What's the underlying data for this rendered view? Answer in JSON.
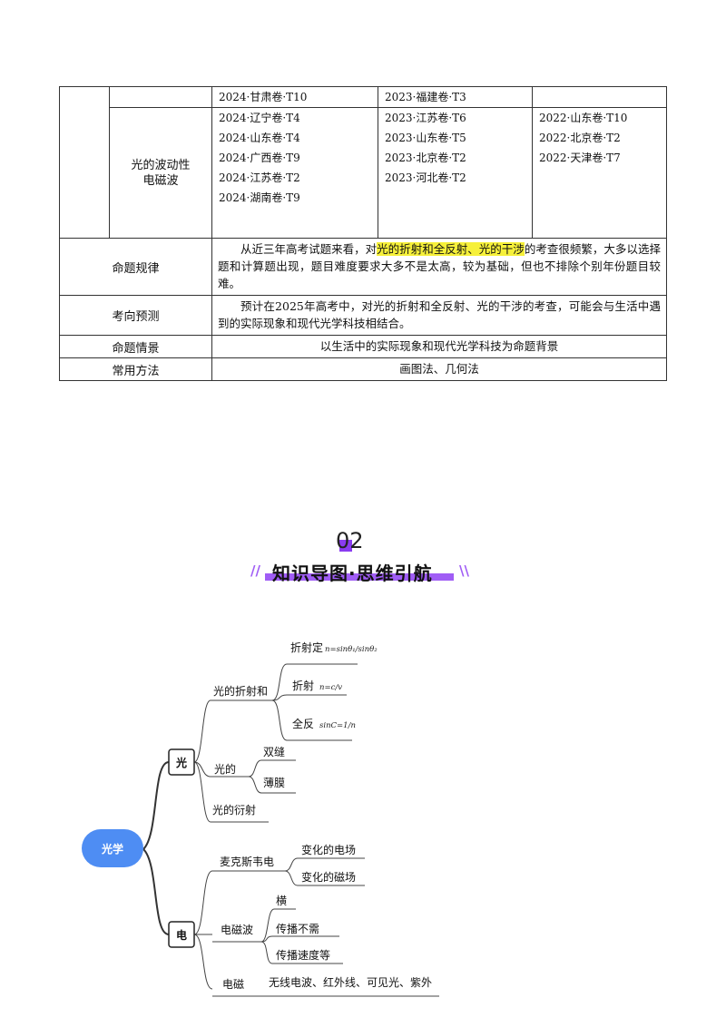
{
  "table": {
    "row1": {
      "y2024": [
        "2024·甘肃卷·T10"
      ],
      "y2023": [
        "2023·福建卷·T3"
      ],
      "y2022": []
    },
    "row2": {
      "topic_line1": "光的波动性",
      "topic_line2": "电磁波",
      "y2024": [
        "2024·辽宁卷·T4",
        "2024·山东卷·T4",
        "2024·广西卷·T9",
        "2024·江苏卷·T2",
        "2024·湖南卷·T9"
      ],
      "y2023": [
        "2023·江苏卷·T6",
        "2023·山东卷·T5",
        "2023·北京卷·T2",
        "2023·河北卷·T2"
      ],
      "y2022": [
        "2022·山东卷·T10",
        "2022·北京卷·T2",
        "2022·天津卷·T7"
      ]
    },
    "rules": {
      "label": "命题规律",
      "text_before": "从近三年高考试题来看，对",
      "highlight": "光的折射和全反射、光的干涉",
      "text_after": "的考查很频繁，大多以选择题和计算题出现，题目难度要求大多不是太高，较为基础，但也不排除个别年份题目较难。"
    },
    "forecast": {
      "label": "考向预测",
      "text": "预计在2025年高考中，对光的折射和全反射、光的干涉的考查，可能会与生活中遇到的实际现象和现代光学科技相结合。"
    },
    "context": {
      "label": "命题情景",
      "text": "以生活中的实际现象和现代光学科技为命题背景"
    },
    "methods": {
      "label": "常用方法",
      "text": "画图法、几何法"
    }
  },
  "section": {
    "number": "02",
    "title": "知识导图·思维引航"
  },
  "mindmap": {
    "root": "光学",
    "branch_light": "光",
    "branch_em": "电",
    "refraction": "光的折射和",
    "law_refraction": "折射定",
    "formula_law": "n=sinθ₁/sinθ₂",
    "index": "折射",
    "formula_index": "n=c/v",
    "total_reflection": "全反",
    "formula_total": "sinC=1/n",
    "interference": "光的",
    "double_slit": "双缝",
    "thin_film": "薄膜",
    "diffraction": "光的衍射",
    "maxwell": "麦克斯韦电",
    "changing_e": "变化的电场",
    "changing_b": "变化的磁场",
    "em_wave": "电磁波",
    "transverse": "横",
    "no_medium": "传播不需",
    "speed_eq": "传播速度等",
    "spectrum": "电磁",
    "spectrum_list": "无线电波、红外线、可见光、紫外"
  }
}
